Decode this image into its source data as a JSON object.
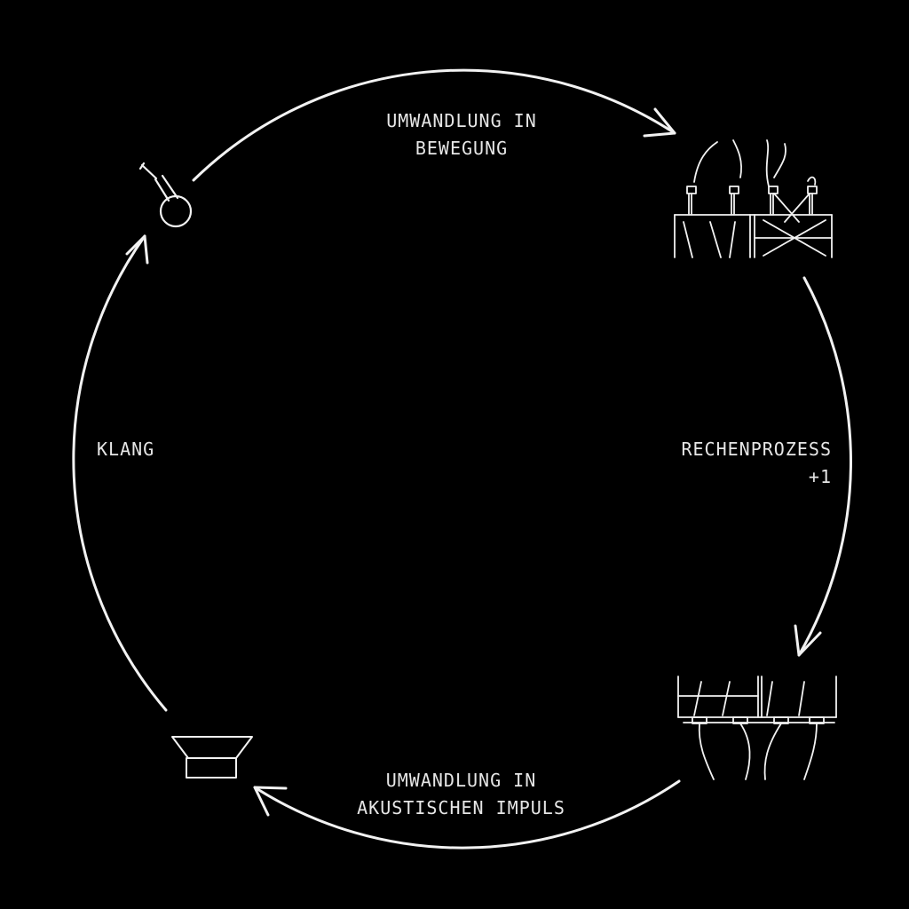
{
  "colors": {
    "background": "#000000",
    "stroke": "#f2f2f2",
    "text": "#e6e6e6"
  },
  "labels": {
    "top": {
      "line1": "UMWANDLUNG IN",
      "line2": "BEWEGUNG"
    },
    "right": {
      "line1": "RECHENPROZESS",
      "line2": "+1"
    },
    "bottom": {
      "line1": "UMWANDLUNG IN",
      "line2": "AKUSTISCHEN IMPULS"
    },
    "left": {
      "line1": "KLANG"
    }
  },
  "icons": {
    "microphone": "microphone-icon",
    "input_mechanism": "relay-input-mechanism-icon",
    "output_mechanism": "relay-output-mechanism-icon",
    "speaker": "speaker-icon"
  }
}
